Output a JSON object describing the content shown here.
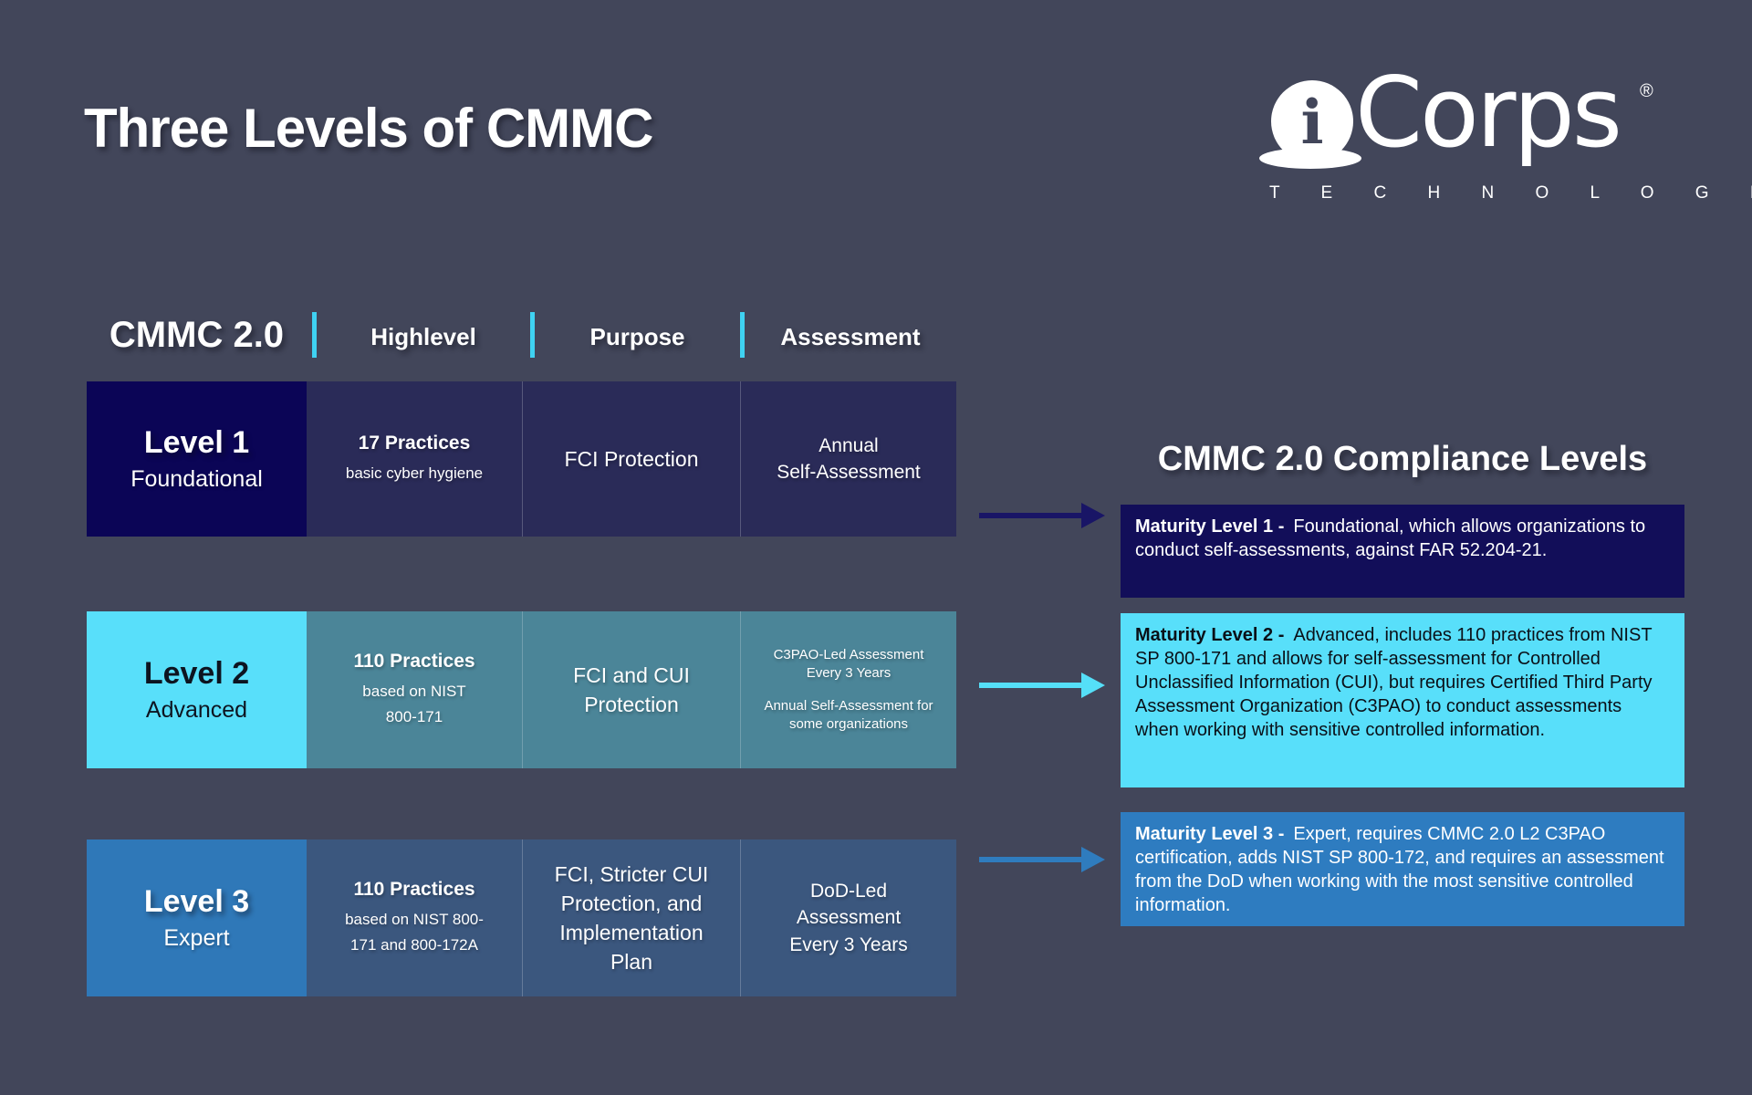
{
  "page": {
    "title": "Three Levels of CMMC"
  },
  "logo": {
    "i": "i",
    "corps": "Corps",
    "registered": "®",
    "tagline": "T E C H N O L O G I E S"
  },
  "colors": {
    "background": "#42465a",
    "accent_cyan": "#3fd2f2",
    "level1_navy": "#0b0556",
    "level1_row": "#2a2b58",
    "level2_cyan": "#58dffa",
    "level2_row": "#4b8598",
    "level3_blue": "#2f78b8",
    "level3_row": "#3b577e",
    "maturity1_bg": "#120e59",
    "maturity3_bg": "#2e7cc0"
  },
  "table": {
    "brand": "CMMC 2.0",
    "columns": [
      "Highlevel",
      "Purpose",
      "Assessment"
    ],
    "rows": [
      {
        "level": "Level 1",
        "sub": "Foundational",
        "practices": "17 Practices",
        "practices_note": "basic cyber hygiene",
        "purpose": "FCI Protection",
        "assessment": "Annual\nSelf-Assessment"
      },
      {
        "level": "Level 2",
        "sub": "Advanced",
        "practices": "110 Practices",
        "practices_note": "based on NIST\n800-171",
        "purpose": "FCI and CUI\nProtection",
        "assessment": "C3PAO-Led Assessment\nEvery 3 Years",
        "assessment_note": "Annual Self-Assessment for\nsome organizations"
      },
      {
        "level": "Level 3",
        "sub": "Expert",
        "practices": "110 Practices",
        "practices_note": "based on NIST 800-\n171 and 800-172A",
        "purpose": "FCI, Stricter CUI\nProtection, and\nImplementation\nPlan",
        "assessment": "DoD-Led\nAssessment\nEvery 3 Years"
      }
    ]
  },
  "panel": {
    "title": "CMMC 2.0 Compliance Levels",
    "items": [
      {
        "label": "Maturity Level 1 -",
        "text": "Foundational, which allows organizations to conduct self-assessments, against FAR 52.204-21."
      },
      {
        "label": "Maturity Level 2 -",
        "text": "Advanced, includes 110 practices from NIST SP 800-171 and allows for self-assessment for Controlled Unclassified Information (CUI), but requires Certified Third Party Assessment Organization (C3PAO) to conduct assessments when working with sensitive controlled information."
      },
      {
        "label": "Maturity Level 3 -",
        "text": "Expert, requires CMMC 2.0 L2 C3PAO certification, adds NIST SP 800-172, and requires an assessment from the DoD when working with the most sensitive controlled information."
      }
    ]
  }
}
